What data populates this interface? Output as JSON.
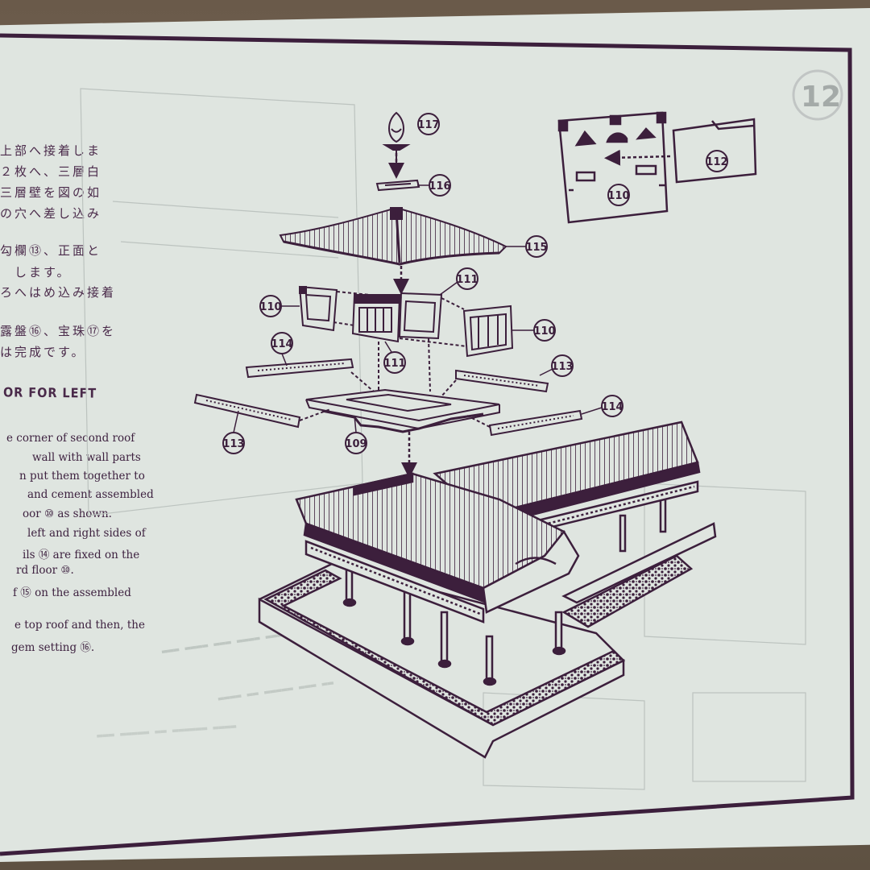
{
  "page": {
    "number": "12"
  },
  "japanese_lines": [
    "上部へ接着しま",
    "２枚へ、三層白",
    "三層壁を図の如",
    "の穴へ差し込み",
    "勾欄⑬、正面と",
    "します。",
    "ろへはめ込み接着",
    "露盤⑯、宝珠⑰を",
    "は完成です。"
  ],
  "english_heading": "OR FOR LEFT",
  "english_lines": [
    "e corner of second roof",
    "wall  with wall parts",
    "n put them together to",
    "and cement assembled",
    "oor ⑩ as shown.",
    "left and right sides of",
    "ils ⑭ are fixed on the",
    "rd floor ⑩.",
    "f ⑮ on the assembled",
    "e top roof and then, the",
    "gem setting ⑯."
  ],
  "callouts": {
    "c117": "117",
    "c116": "116",
    "c115": "115",
    "c111a": "111",
    "c111b": "111",
    "c110a": "110",
    "c110b": "110",
    "c110c": "110",
    "c114a": "114",
    "c114b": "114",
    "c113a": "113",
    "c113b": "113",
    "c109": "109",
    "c112": "112"
  },
  "colors": {
    "paper": "#dfe5e0",
    "ink": "#3c1f3c",
    "frame": "#3c1f3c"
  }
}
